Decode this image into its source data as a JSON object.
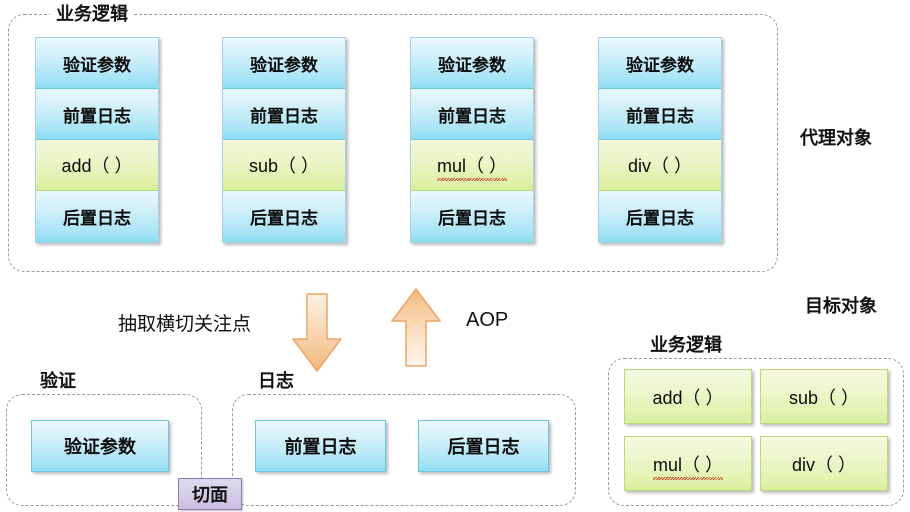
{
  "diagram": {
    "title_implicit": "Spring AOP proxy vs target object diagram"
  },
  "proxy_section": {
    "group_label": "业务逻辑",
    "side_label": "代理对象",
    "columns": [
      {
        "rows": [
          {
            "text": "验证参数",
            "kind": "blue"
          },
          {
            "text": "前置日志",
            "kind": "blue"
          },
          {
            "text": "add（ ）",
            "kind": "green",
            "misspelled": false
          },
          {
            "text": "后置日志",
            "kind": "blue"
          }
        ]
      },
      {
        "rows": [
          {
            "text": "验证参数",
            "kind": "blue"
          },
          {
            "text": "前置日志",
            "kind": "blue"
          },
          {
            "text": "sub（ ）",
            "kind": "green",
            "misspelled": false
          },
          {
            "text": "后置日志",
            "kind": "blue"
          }
        ]
      },
      {
        "rows": [
          {
            "text": "验证参数",
            "kind": "blue"
          },
          {
            "text": "前置日志",
            "kind": "blue"
          },
          {
            "text": "mul（ ）",
            "kind": "green",
            "misspelled": true
          },
          {
            "text": "后置日志",
            "kind": "blue"
          }
        ]
      },
      {
        "rows": [
          {
            "text": "验证参数",
            "kind": "blue"
          },
          {
            "text": "前置日志",
            "kind": "blue"
          },
          {
            "text": "div（ ）",
            "kind": "green",
            "misspelled": false
          },
          {
            "text": "后置日志",
            "kind": "blue"
          }
        ]
      }
    ]
  },
  "middle": {
    "extract_label": "抽取横切关注点",
    "aop_label": "AOP",
    "down_arrow_name": "down-arrow",
    "up_arrow_name": "up-arrow",
    "arrow_color": "#f5c28e"
  },
  "aspect_section": {
    "validate_group_label": "验证",
    "log_group_label": "日志",
    "badge_label": "切面",
    "validate_items": [
      "验证参数"
    ],
    "log_items": [
      "前置日志",
      "后置日志"
    ]
  },
  "target_section": {
    "side_label": "目标对象",
    "group_label": "业务逻辑",
    "methods": [
      {
        "text": "add（ ）",
        "misspelled": false
      },
      {
        "text": "sub（ ）",
        "misspelled": false
      },
      {
        "text": "mul（ ）",
        "misspelled": true
      },
      {
        "text": "div（ ）",
        "misspelled": false
      }
    ]
  },
  "colors": {
    "blue_cell_top": "#e8f8fd",
    "blue_cell_bottom": "#8bdcf2",
    "green_cell_top": "#f2f7da",
    "green_cell_bottom": "#d6eb98",
    "dashed_border": "#9a9a9a",
    "arrow_fill": "#f6cda2",
    "arrow_stroke": "#e8a159",
    "badge_fill": "#d6cfe9",
    "badge_border": "#8f7fb0",
    "text": "#111111",
    "spellcheck_underline": "#c94a2a"
  }
}
